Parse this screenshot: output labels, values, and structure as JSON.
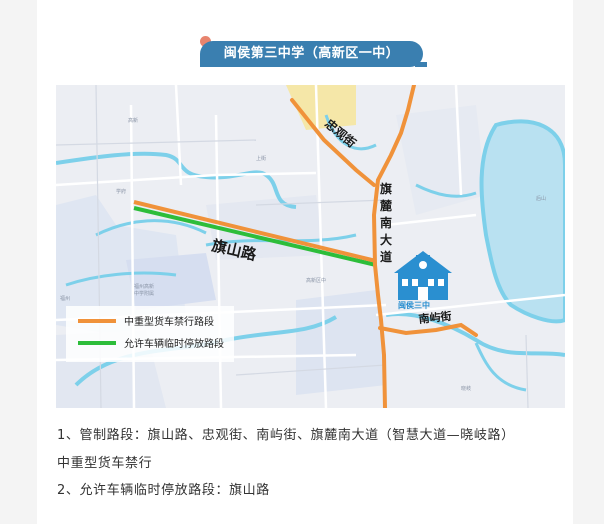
{
  "title": "闽侯第三中学（高新区一中）",
  "map": {
    "roads": {
      "qishan": "旗山路",
      "zhongguan": "忠观街",
      "qilu_nan_1": "旗",
      "qilu_nan_2": "麓",
      "qilu_nan_3": "南",
      "qilu_nan_4": "大",
      "qilu_nan_5": "道",
      "nanyu": "南屿街"
    },
    "school_sign": "闽侯三中",
    "legend": [
      {
        "label": "中重型货车禁行路段",
        "color": "#f0923a"
      },
      {
        "label": "允许车辆临时停放路段",
        "color": "#2dbd3a"
      }
    ],
    "colors": {
      "restricted": "#f0923a",
      "parking": "#2dbd3a",
      "water": "#7dd0ea",
      "school": "#2a8fd0"
    }
  },
  "notes": {
    "line1": "1、管制路段：旗山路、忠观街、南屿街、旗麓南大道（智慧大道—晓岐路）",
    "line2": "中重型货车禁行",
    "line3": "2、允许车辆临时停放路段：旗山路"
  }
}
